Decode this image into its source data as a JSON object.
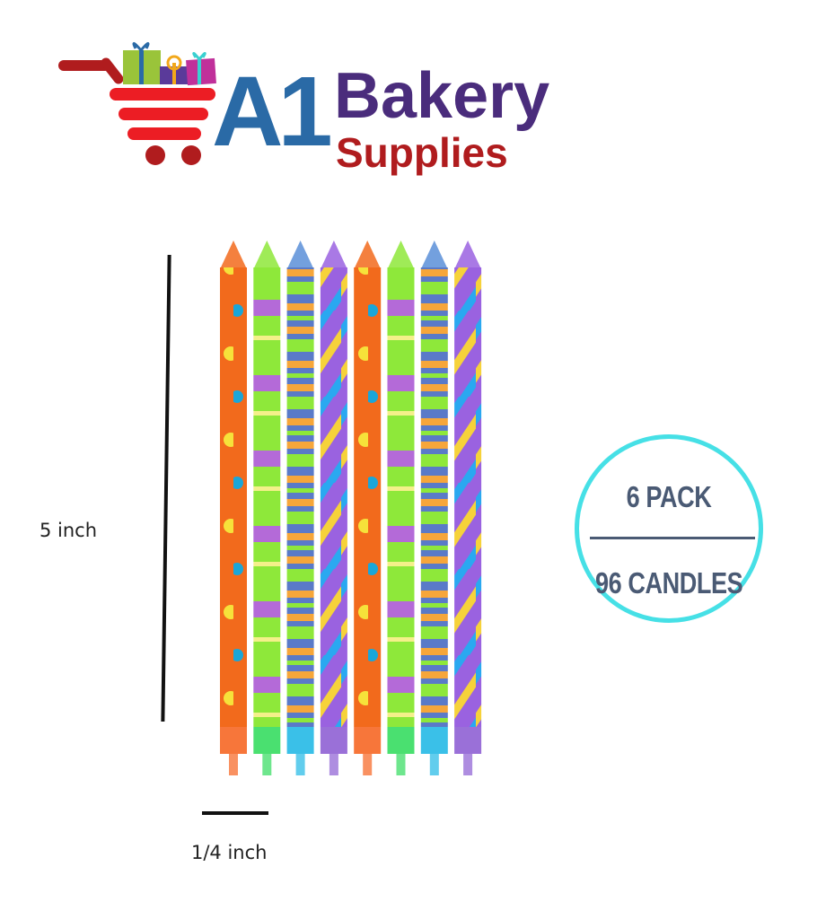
{
  "logo": {
    "mark": "A1",
    "word1": "Bakery",
    "word2": "Supplies",
    "icon": "shopping-cart-with-gifts-icon",
    "colors": {
      "a1": "#2a6aa6",
      "bakery": "#4a2c7c",
      "supplies": "#b01c1e",
      "cart": "#ec1d24"
    }
  },
  "dimensions": {
    "height_label": "5 inch",
    "width_label": "1/4 inch"
  },
  "badge": {
    "line1": "6 PACK",
    "line2": "96 CANDLES",
    "ring_color": "#46e0e6",
    "text_color": "#4a5a74"
  },
  "candles": [
    {
      "style": "dots",
      "color": "#f26a1c"
    },
    {
      "style": "stripes",
      "color": "#8ee83a"
    },
    {
      "style": "bands",
      "color": "#5a8fd8"
    },
    {
      "style": "spiral",
      "color": "#9a62e0"
    },
    {
      "style": "dots",
      "color": "#f26a1c"
    },
    {
      "style": "stripes",
      "color": "#8ee83a"
    },
    {
      "style": "bands",
      "color": "#5a8fd8"
    },
    {
      "style": "spiral",
      "color": "#9a62e0"
    }
  ]
}
